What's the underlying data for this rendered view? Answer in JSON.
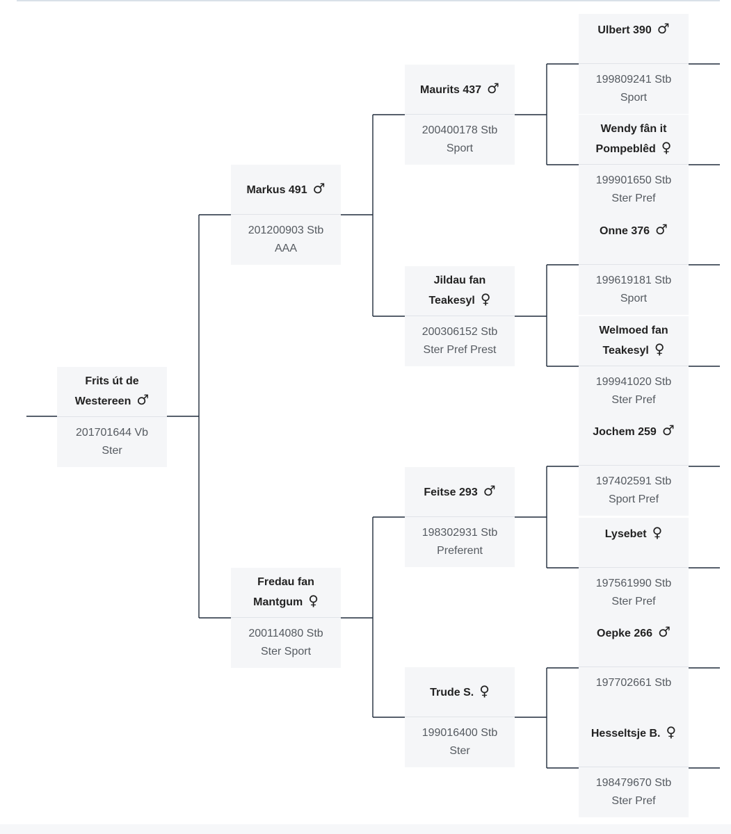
{
  "symbols": {
    "male": "♂",
    "female": "♀"
  },
  "subject": {
    "name_line1": "Frits út de",
    "name_line2": "Westereen",
    "sex": "male",
    "reg": "201701644 Vb",
    "predicate": "Ster"
  },
  "sire": {
    "name_line1": "Markus 491",
    "sex": "male",
    "reg": "201200903 Stb",
    "predicate": "AAA"
  },
  "dam": {
    "name_line1": "Fredau fan",
    "name_line2": "Mantgum",
    "sex": "female",
    "reg": "200114080 Stb",
    "predicate": "Ster Sport"
  },
  "sire_sire": {
    "name_line1": "Maurits 437",
    "sex": "male",
    "reg": "200400178 Stb",
    "predicate": "Sport"
  },
  "sire_dam": {
    "name_line1": "Jildau fan",
    "name_line2": "Teakesyl",
    "sex": "female",
    "reg": "200306152 Stb",
    "predicate": "Ster Pref Prest"
  },
  "dam_sire": {
    "name_line1": "Feitse 293",
    "sex": "male",
    "reg": "198302931 Stb",
    "predicate": "Preferent"
  },
  "dam_dam": {
    "name_line1": "Trude S.",
    "sex": "female",
    "reg": "199016400 Stb",
    "predicate": "Ster"
  },
  "ss_sire": {
    "name_line1": "Ulbert 390",
    "sex": "male",
    "reg": "199809241 Stb",
    "predicate": "Sport"
  },
  "ss_dam": {
    "name_line1": "Wendy fân it",
    "name_line2": "Pompeblêd",
    "sex": "female",
    "reg": "199901650 Stb",
    "predicate": "Ster Pref"
  },
  "sd_sire": {
    "name_line1": "Onne 376",
    "sex": "male",
    "reg": "199619181 Stb",
    "predicate": "Sport"
  },
  "sd_dam": {
    "name_line1": "Welmoed fan",
    "name_line2": "Teakesyl",
    "sex": "female",
    "reg": "199941020 Stb",
    "predicate": "Ster Pref"
  },
  "ds_sire": {
    "name_line1": "Jochem 259",
    "sex": "male",
    "reg": "197402591 Stb",
    "predicate": "Sport Pref"
  },
  "ds_dam": {
    "name_line1": "Lysebet",
    "sex": "female",
    "reg": "197561990 Stb",
    "predicate": "Ster Pref"
  },
  "dd_sire": {
    "name_line1": "Oepke 266",
    "sex": "male",
    "reg": "197702661 Stb",
    "predicate": ""
  },
  "dd_dam": {
    "name_line1": "Hesseltsje B.",
    "sex": "female",
    "reg": "198479670 Stb",
    "predicate": "Ster Pref"
  }
}
